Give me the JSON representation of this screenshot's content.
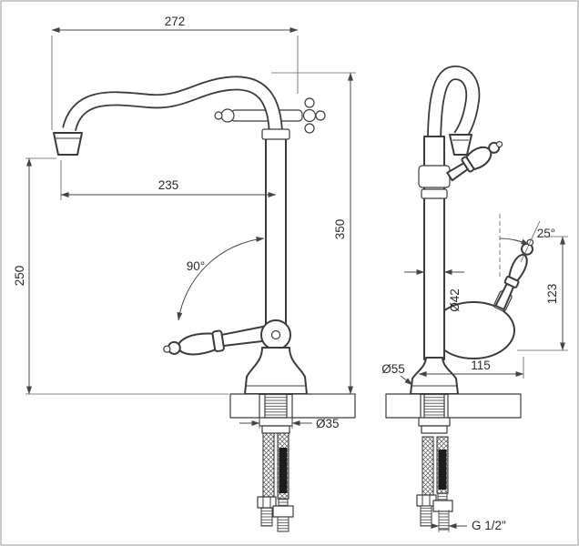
{
  "drawing": {
    "subject": "kitchen-faucet-two-view-technical-drawing",
    "background": "#ffffff",
    "line_color": "#3c3c3c",
    "dim_color": "#4a4a4a"
  },
  "dims": {
    "top_width": "272",
    "spout_reach": "235",
    "spout_height": "250",
    "total_height": "350",
    "swivel_angle": "90°",
    "hole_diameter": "Ø35",
    "handle_angle": "25°",
    "handle_height": "123",
    "body_diameter": "Ø42",
    "base_diameter": "Ø55",
    "body_depth": "115",
    "connection_thread": "G 1/2\""
  }
}
